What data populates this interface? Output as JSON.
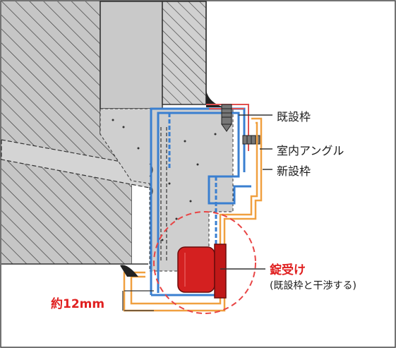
{
  "labels": {
    "existing_frame": "既設枠",
    "interior_angle": "室内アングル",
    "new_frame": "新設枠",
    "strike": "錠受け",
    "strike_note": "(既設枠と干渉する)",
    "dimension": "約12mm"
  },
  "colors": {
    "existing_frame": "#3a7fd0",
    "new_frame": "#f0a040",
    "angle": "#e05050",
    "strike": "#d42020",
    "concrete": "#cfcfcf",
    "wall": "#c8c8c8",
    "highlight_circle": "#e84545",
    "dimension_text": "#e02020"
  }
}
